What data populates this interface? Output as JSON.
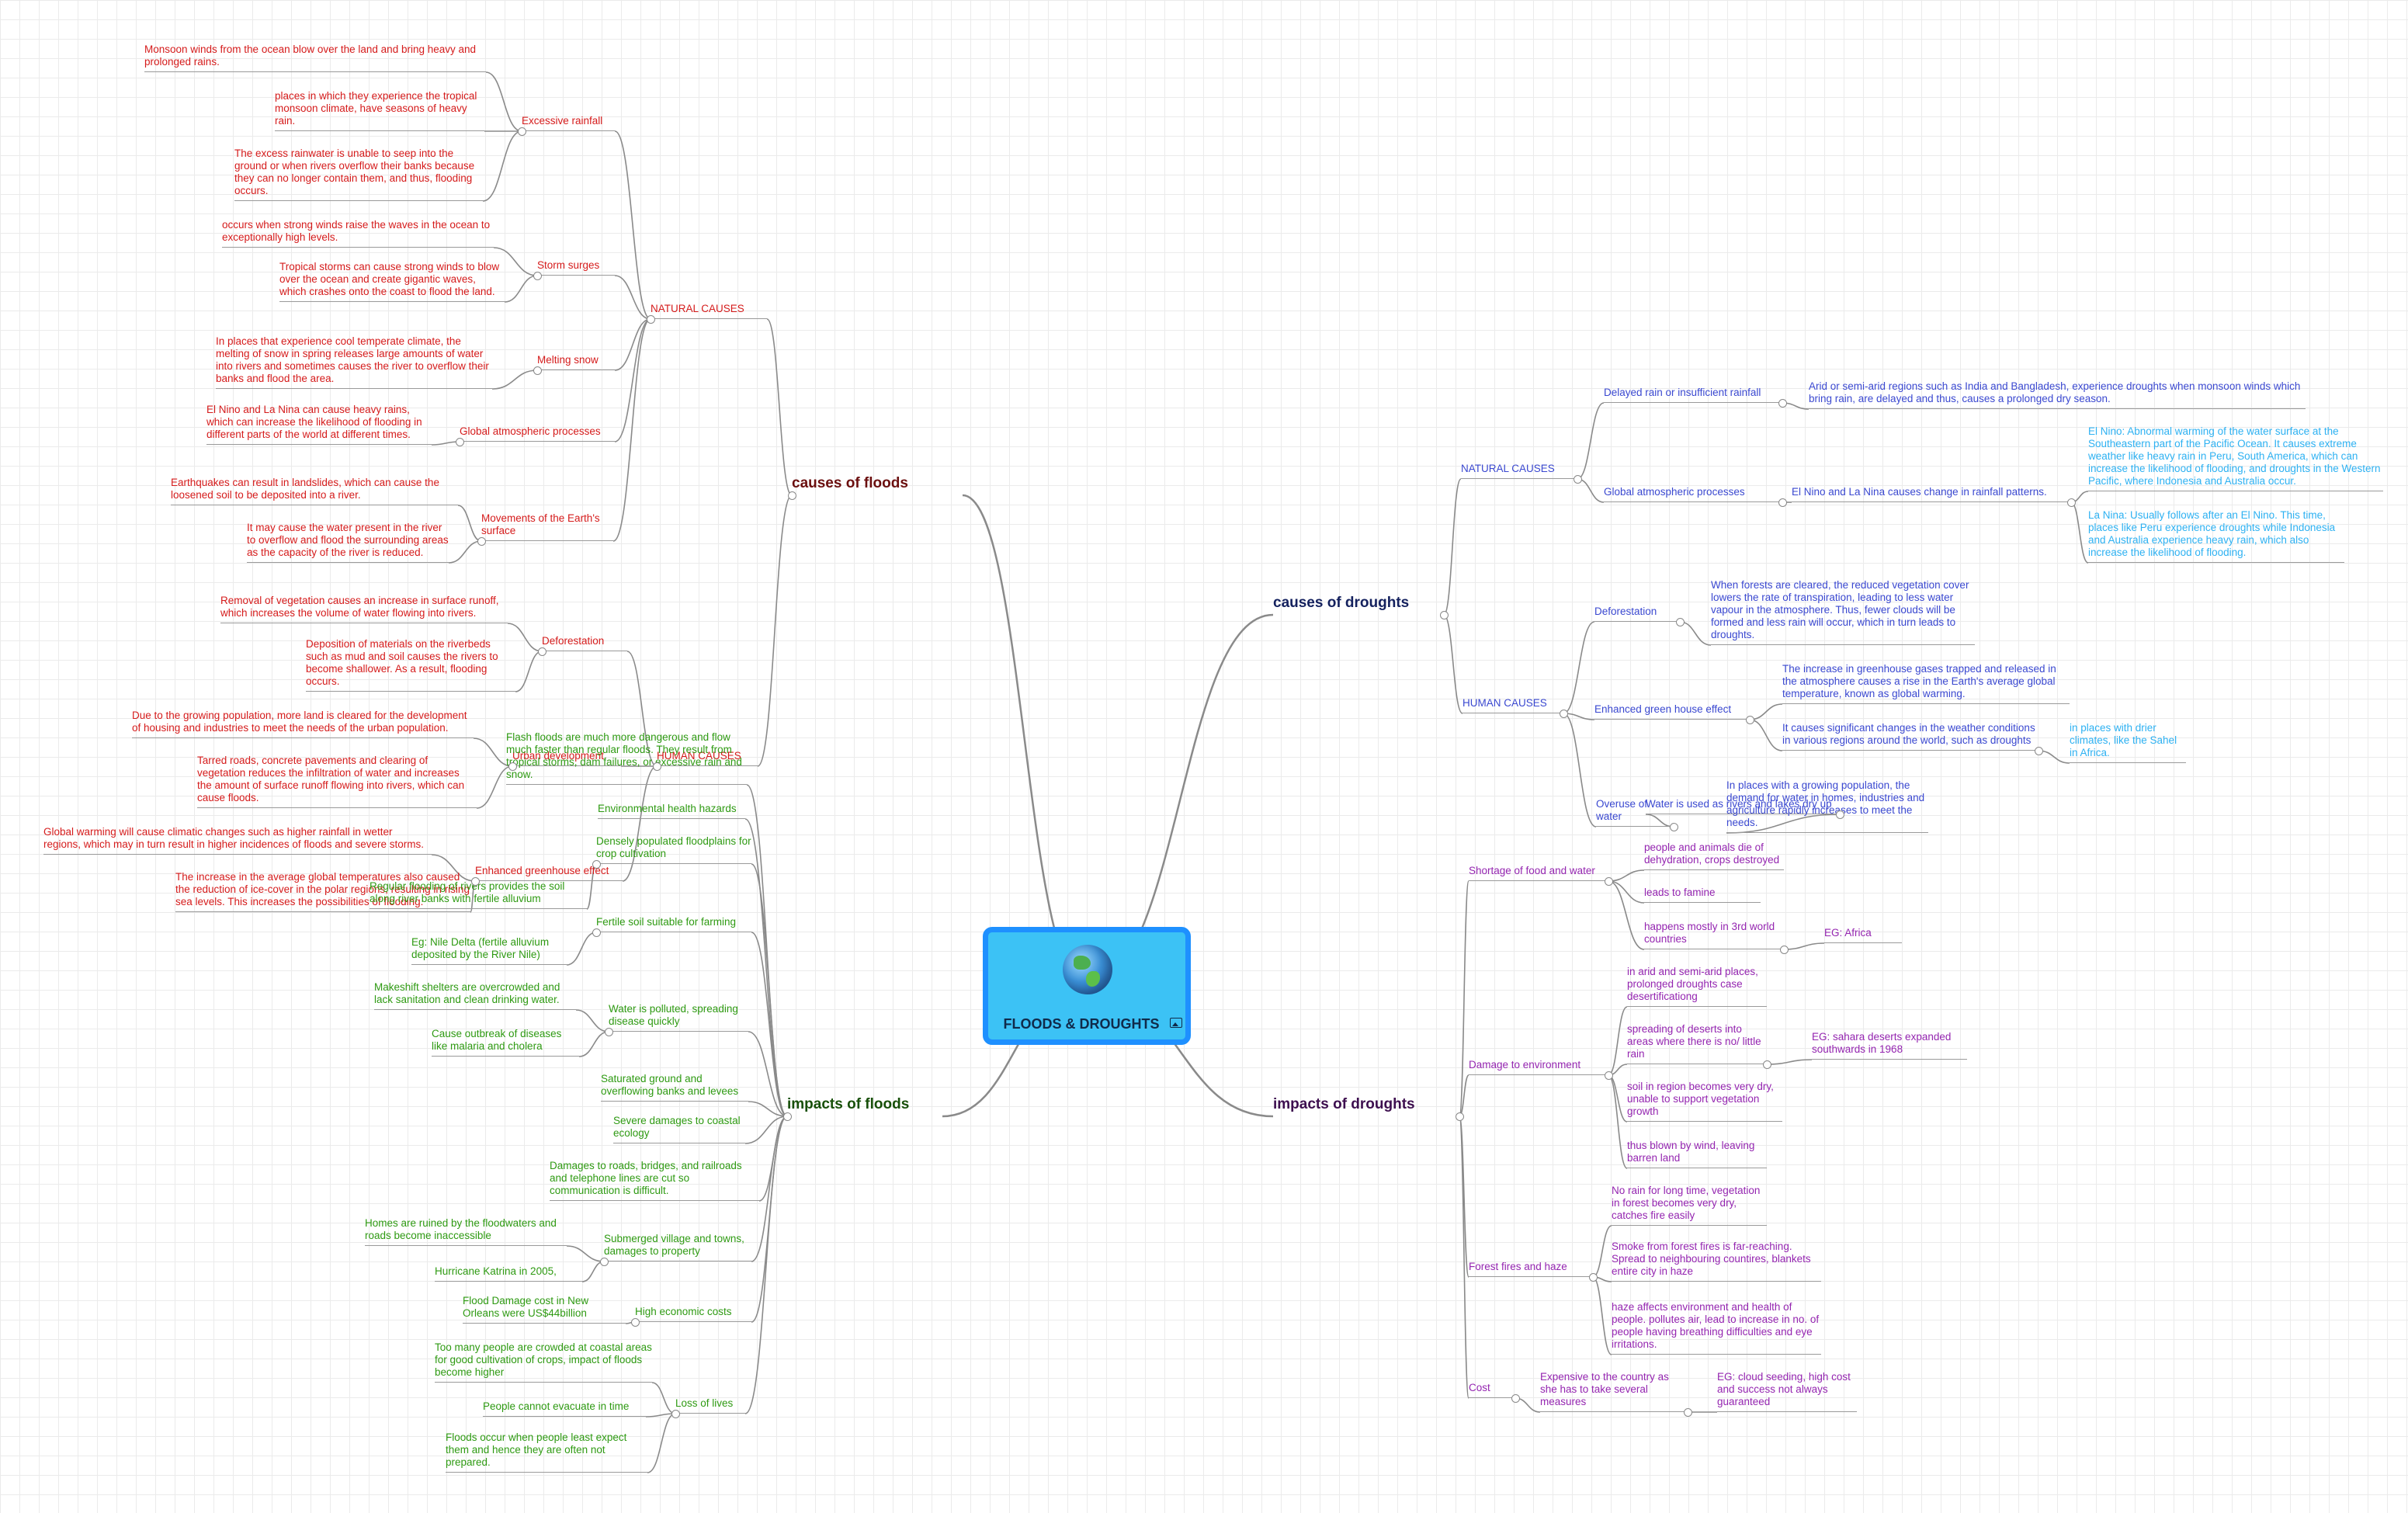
{
  "root": {
    "title": "FLOODS & DROUGHTS",
    "icon": "globe-icon",
    "attachment_icon": "image-icon"
  },
  "colors": {
    "causes_floods": "#d51b1b",
    "causes_floods_title": "#6b0f0f",
    "impacts_floods": "#2e9a12",
    "impacts_floods_title": "#174f09",
    "causes_droughts": "#3a48d0",
    "causes_droughts_title": "#14215e",
    "causes_droughts_light": "#2db1f2",
    "impacts_droughts": "#9425b0",
    "impacts_droughts_title": "#3d0f4f",
    "link": "#8a8a8a"
  },
  "nodes": [
    {
      "id": "cf",
      "text": "causes of floods",
      "branch": "causes_floods",
      "title": true
    },
    {
      "id": "cf_nat",
      "text": "NATURAL CAUSES",
      "branch": "causes_floods"
    },
    {
      "id": "cf_ex",
      "text": "Excessive rainfall",
      "branch": "causes_floods"
    },
    {
      "id": "cf_ex1",
      "text": "Monsoon winds from the ocean blow over the land and bring heavy and prolonged rains.",
      "branch": "causes_floods"
    },
    {
      "id": "cf_ex2",
      "text": "places in which they experience the tropical monsoon climate, have seasons of heavy rain.",
      "branch": "causes_floods"
    },
    {
      "id": "cf_ex3",
      "text": "The excess rainwater is unable to seep into the ground or when rivers overflow their banks because they can no longer contain them, and thus, flooding occurs.",
      "branch": "causes_floods"
    },
    {
      "id": "cf_ss",
      "text": "Storm surges",
      "branch": "causes_floods"
    },
    {
      "id": "cf_ss1",
      "text": "occurs when strong winds raise the waves in the ocean to exceptionally high levels.",
      "branch": "causes_floods"
    },
    {
      "id": "cf_ss2",
      "text": "Tropical storms can cause strong winds to blow over the ocean and create gigantic waves, which crashes onto the coast to flood the land.",
      "branch": "causes_floods"
    },
    {
      "id": "cf_ms",
      "text": "Melting snow",
      "branch": "causes_floods"
    },
    {
      "id": "cf_ms1",
      "text": "In places that experience cool temperate climate, the melting of snow in spring releases large amounts of water into rivers and sometimes causes the river to overflow their banks and flood the area.",
      "branch": "causes_floods"
    },
    {
      "id": "cf_ga",
      "text": "Global atmospheric processes",
      "branch": "causes_floods"
    },
    {
      "id": "cf_ga1",
      "text": "El Nino and La Nina can cause heavy rains, which can increase the likelihood of flooding in different parts of the world at different times.",
      "branch": "causes_floods"
    },
    {
      "id": "cf_me",
      "text": "Movements of the Earth's surface",
      "branch": "causes_floods"
    },
    {
      "id": "cf_me1",
      "text": "Earthquakes can result in landslides, which can cause the loosened soil to be deposited into a river.",
      "branch": "causes_floods"
    },
    {
      "id": "cf_me2",
      "text": "It may cause the water present in the river to overflow and flood the surrounding areas as the capacity of the river is reduced.",
      "branch": "causes_floods"
    },
    {
      "id": "cf_hum",
      "text": "HUMAN CAUSES",
      "branch": "causes_floods"
    },
    {
      "id": "cf_df",
      "text": "Deforestation",
      "branch": "causes_floods"
    },
    {
      "id": "cf_df1",
      "text": "Removal of vegetation causes an increase in surface runoff, which increases the volume of water flowing into rivers.",
      "branch": "causes_floods"
    },
    {
      "id": "cf_df2",
      "text": "Deposition of materials on the riverbeds such as mud and soil causes the rivers to become shallower. As a result, flooding occurs.",
      "branch": "causes_floods"
    },
    {
      "id": "cf_ud",
      "text": "Urban development",
      "branch": "causes_floods"
    },
    {
      "id": "cf_ud1",
      "text": "Due to the growing population, more land is cleared for the development of housing and industries to meet the needs of the urban population.",
      "branch": "causes_floods"
    },
    {
      "id": "cf_ud2",
      "text": "Tarred roads, concrete pavements and clearing of vegetation reduces the infiltration of water and increases the amount of surface runoff flowing into rivers, which can cause floods.",
      "branch": "causes_floods"
    },
    {
      "id": "cf_eg",
      "text": "Enhanced greenhouse effect",
      "branch": "causes_floods"
    },
    {
      "id": "cf_eg1",
      "text": "Global warming will cause climatic changes such as higher rainfall in wetter regions, which may in turn result in higher incidences of floods and severe storms.",
      "branch": "causes_floods"
    },
    {
      "id": "cf_eg2",
      "text": "The increase in the average global temperatures also caused the reduction of ice-cover in the polar regions, resulting in rising sea levels. This increases the possibilities of flooding.",
      "branch": "causes_floods"
    },
    {
      "id": "if",
      "text": "impacts of floods",
      "branch": "impacts_floods",
      "title": true
    },
    {
      "id": "if_ff",
      "text": "Flash floods are much more dangerous and flow much faster than regular floods. They result from tropical storms, dam failures, or excessive rain and snow.",
      "branch": "impacts_floods"
    },
    {
      "id": "if_eh",
      "text": "Environmental health hazards",
      "branch": "impacts_floods"
    },
    {
      "id": "if_dp",
      "text": "Densely populated floodplains for crop cultivation",
      "branch": "impacts_floods"
    },
    {
      "id": "if_dp1",
      "text": "Regular flooding of rivers provides the soil along river banks with fertile alluvium",
      "branch": "impacts_floods"
    },
    {
      "id": "if_fs",
      "text": "Fertile soil suitable for farming",
      "branch": "impacts_floods"
    },
    {
      "id": "if_fs1",
      "text": "Eg: Nile Delta (fertile alluvium deposited by the River Nile)",
      "branch": "impacts_floods"
    },
    {
      "id": "if_wp",
      "text": "Water is polluted, spreading disease quickly",
      "branch": "impacts_floods"
    },
    {
      "id": "if_wp1",
      "text": "Makeshift shelters are overcrowded and lack sanitation and clean drinking water.",
      "branch": "impacts_floods"
    },
    {
      "id": "if_wp2",
      "text": "Cause outbreak of diseases like malaria and cholera",
      "branch": "impacts_floods"
    },
    {
      "id": "if_sg",
      "text": "Saturated ground and overflowing banks and levees",
      "branch": "impacts_floods"
    },
    {
      "id": "if_sd",
      "text": "Severe damages to coastal ecology",
      "branch": "impacts_floods"
    },
    {
      "id": "if_dr",
      "text": "Damages to roads, bridges, and railroads and telephone lines are cut so communication is difficult.",
      "branch": "impacts_floods"
    },
    {
      "id": "if_sv",
      "text": "Submerged village and towns, damages to property",
      "branch": "impacts_floods"
    },
    {
      "id": "if_sv1",
      "text": "Homes are ruined by the floodwaters and roads become inaccessible",
      "branch": "impacts_floods"
    },
    {
      "id": "if_sv2",
      "text": "Hurricane Katrina in 2005,",
      "branch": "impacts_floods"
    },
    {
      "id": "if_hc",
      "text": "High economic costs",
      "branch": "impacts_floods"
    },
    {
      "id": "if_hc1",
      "text": "Flood Damage cost in New Orleans were US$44billion",
      "branch": "impacts_floods"
    },
    {
      "id": "if_ll",
      "text": "Loss of lives",
      "branch": "impacts_floods"
    },
    {
      "id": "if_ll1",
      "text": "Too many people are crowded at coastal areas for good cultivation of crops, impact of floods become higher",
      "branch": "impacts_floods"
    },
    {
      "id": "if_ll2",
      "text": "People cannot evacuate in time",
      "branch": "impacts_floods"
    },
    {
      "id": "if_ll3",
      "text": "Floods occur when people least expect them and hence they are often not prepared.",
      "branch": "impacts_floods"
    },
    {
      "id": "cd",
      "text": "causes of droughts",
      "branch": "causes_droughts",
      "title": true
    },
    {
      "id": "cd_nat",
      "text": "NATURAL CAUSES",
      "branch": "causes_droughts"
    },
    {
      "id": "cd_dr",
      "text": "Delayed rain or insufficient rainfall",
      "branch": "causes_droughts"
    },
    {
      "id": "cd_dr1",
      "text": "Arid or semi-arid regions such as India and Bangladesh, experience droughts when monsoon winds which bring rain, are delayed and thus, causes a prolonged dry season.",
      "branch": "causes_droughts"
    },
    {
      "id": "cd_ga",
      "text": "Global atmospheric processes",
      "branch": "causes_droughts"
    },
    {
      "id": "cd_ga1",
      "text": "El Nino and La Nina causes change in rainfall patterns.",
      "branch": "causes_droughts"
    },
    {
      "id": "cd_ga2",
      "text": "El Nino: Abnormal warming of the water surface at the Southeastern part of the Pacific Ocean. It causes extreme weather like heavy rain in Peru, South America, which can increase the likelihood of flooding, and droughts in the Western Pacific, where Indonesia and Australia occur.",
      "branch": "causes_droughts_light"
    },
    {
      "id": "cd_ga3",
      "text": "La Nina: Usually follows after an El Nino. This time, places like Peru experience droughts while Indonesia and Australia experience heavy rain, which also increase the likelihood of flooding.",
      "branch": "causes_droughts_light"
    },
    {
      "id": "cd_hum",
      "text": "HUMAN CAUSES",
      "branch": "causes_droughts"
    },
    {
      "id": "cd_df",
      "text": "Deforestation",
      "branch": "causes_droughts"
    },
    {
      "id": "cd_df1",
      "text": "When forests are cleared, the reduced vegetation cover lowers the rate of transpiration, leading to less water vapour in the atmosphere. Thus, fewer clouds will be formed and less rain will occur, which in turn leads to droughts.",
      "branch": "causes_droughts"
    },
    {
      "id": "cd_eg",
      "text": "Enhanced green house effect",
      "branch": "causes_droughts"
    },
    {
      "id": "cd_eg1",
      "text": "The increase in greenhouse gases trapped and released in the atmosphere causes a rise in the Earth's average global temperature, known as global warming.",
      "branch": "causes_droughts"
    },
    {
      "id": "cd_eg2",
      "text": "It causes significant changes in the weather conditions in various regions around the world, such as droughts",
      "branch": "causes_droughts"
    },
    {
      "id": "cd_eg3",
      "text": "in places with drier climates, like the Sahel in Africa.",
      "branch": "causes_droughts_light"
    },
    {
      "id": "cd_ow",
      "text": "Overuse of water",
      "branch": "causes_droughts"
    },
    {
      "id": "cd_ow1",
      "text": "Water is used as rivers and lakes dry up",
      "branch": "causes_droughts"
    },
    {
      "id": "cd_ow2",
      "text": "In places with a growing population, the demand for water in homes, industries and agriculture rapidly increases to meet the needs.",
      "branch": "causes_droughts"
    },
    {
      "id": "id",
      "text": "impacts of droughts",
      "branch": "impacts_droughts",
      "title": true
    },
    {
      "id": "id_sf",
      "text": "Shortage of food and water",
      "branch": "impacts_droughts"
    },
    {
      "id": "id_sf1",
      "text": "people and animals die of dehydration, crops destroyed",
      "branch": "impacts_droughts"
    },
    {
      "id": "id_sf2",
      "text": "leads to famine",
      "branch": "impacts_droughts"
    },
    {
      "id": "id_sf3",
      "text": "happens mostly in 3rd world countries",
      "branch": "impacts_droughts"
    },
    {
      "id": "id_sf4",
      "text": "EG: Africa",
      "branch": "impacts_droughts"
    },
    {
      "id": "id_de",
      "text": "Damage to environment",
      "branch": "impacts_droughts"
    },
    {
      "id": "id_de1",
      "text": "in arid and semi-arid places, prolonged droughts case desertificationg",
      "branch": "impacts_droughts"
    },
    {
      "id": "id_de2",
      "text": "spreading of deserts into areas where there is no/ little rain",
      "branch": "impacts_droughts"
    },
    {
      "id": "id_de3",
      "text": "EG: sahara deserts expanded southwards in 1968",
      "branch": "impacts_droughts"
    },
    {
      "id": "id_de4",
      "text": "soil in region becomes very dry, unable to support vegetation growth",
      "branch": "impacts_droughts"
    },
    {
      "id": "id_de5",
      "text": "thus blown by wind, leaving barren land",
      "branch": "impacts_droughts"
    },
    {
      "id": "id_ff",
      "text": "Forest fires and haze",
      "branch": "impacts_droughts"
    },
    {
      "id": "id_ff1",
      "text": "No rain for long time, vegetation in forest becomes very dry, catches fire easily",
      "branch": "impacts_droughts"
    },
    {
      "id": "id_ff2",
      "text": "Smoke from forest fires is far-reaching. Spread to neighbouring countires,  blankets entire city in haze",
      "branch": "impacts_droughts"
    },
    {
      "id": "id_ff3",
      "text": "haze affects environment and health of people. pollutes air, lead to increase in no. of people having breathing difficulties and eye irritations.",
      "branch": "impacts_droughts"
    },
    {
      "id": "id_co",
      "text": "Cost",
      "branch": "impacts_droughts"
    },
    {
      "id": "id_co1",
      "text": "Expensive to the country as she has to take several measures",
      "branch": "impacts_droughts"
    },
    {
      "id": "id_co2",
      "text": "EG: cloud seeding, high cost and success not always guaranteed",
      "branch": "impacts_droughts"
    }
  ]
}
